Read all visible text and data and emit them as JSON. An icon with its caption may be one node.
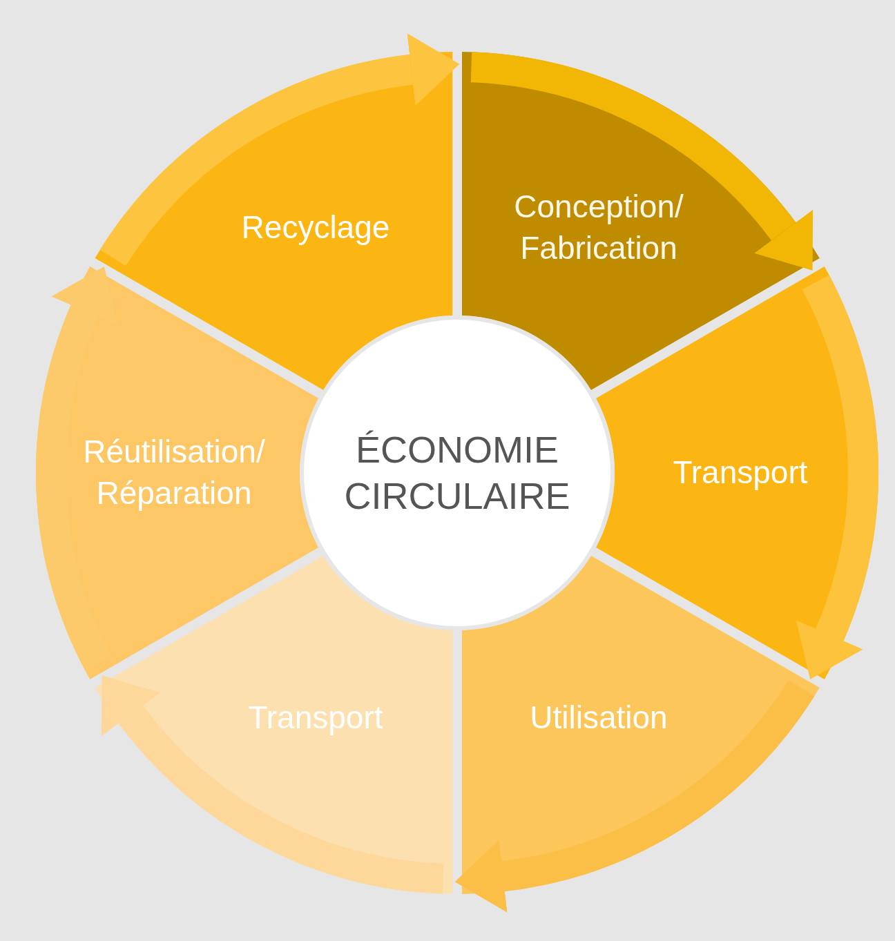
{
  "diagram": {
    "nodes": [
      {
        "text": [
          "ÉCONOMIE CIRCULAIRE"
        ]
      },
      {
        "text": [
          "Conception/ Fabrication"
        ]
      },
      {
        "text": [
          "Transport"
        ]
      },
      {
        "text": [
          "Utilisation"
        ]
      },
      {
        "text": [
          "Transport"
        ]
      },
      {
        "text": [
          "Réutilisation/ Réparation"
        ]
      },
      {
        "text": [
          "Recyclage"
        ]
      }
    ],
    "edges": [
      {
        "from": 1,
        "to": 2,
        "arrow": "to",
        "color": "#f2b705"
      },
      {
        "from": 2,
        "to": 3,
        "arrow": "to",
        "color": "#fdc33c"
      },
      {
        "from": 3,
        "to": 4,
        "arrow": "to",
        "color": "#fbbf48"
      },
      {
        "from": 4,
        "to": 5,
        "arrow": "to",
        "color": "#fdd89a"
      },
      {
        "from": 5,
        "to": 6,
        "arrow": "to",
        "color": "#fcca6b"
      },
      {
        "from": 6,
        "to": 1,
        "arrow": "to",
        "color": "#fdc43f"
      }
    ]
  }
}
